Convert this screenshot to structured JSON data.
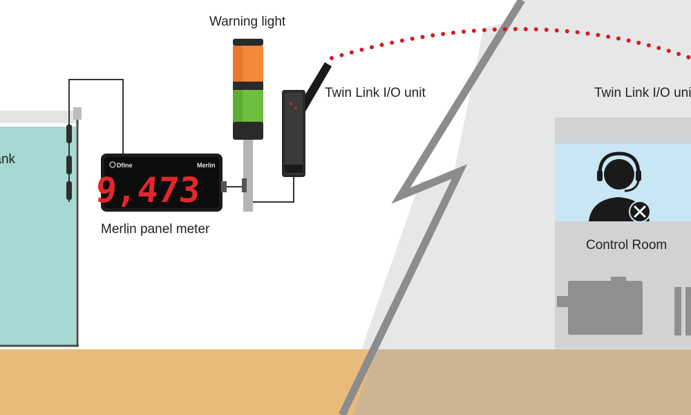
{
  "labels": {
    "tank": "Water Tank",
    "warning_light": "Warning light",
    "io_unit_left": "Twin Link I/O unit",
    "io_unit_right": "Twin Link I/O unit",
    "panel_meter": "Merlin panel meter",
    "control_room": "Control Room"
  },
  "meter": {
    "reading": "9,473",
    "brand": "Dfine",
    "model": "Merlin"
  },
  "colors": {
    "sky_left": "#ffffff",
    "sky_right": "#e6e7e8",
    "ground_left": "#e9bb7a",
    "ground_right": "#cdb594",
    "water": "#a5d9d4",
    "meter_digits": "#e3262c",
    "radio_link": "#d71920",
    "light_amber": "#f2883a",
    "light_green": "#6cbf3f"
  }
}
